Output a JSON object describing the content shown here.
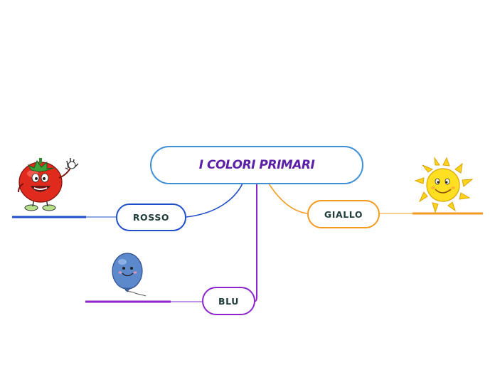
{
  "central": {
    "label": "I COLORI PRIMARI"
  },
  "branches": {
    "rosso": {
      "label": "ROSSO",
      "color": "#1e4fc8",
      "image": "tomato"
    },
    "giallo": {
      "label": "GIALLO",
      "color": "#f39a1f",
      "image": "sun"
    },
    "blu": {
      "label": "BLU",
      "color": "#8e24cc",
      "image": "balloon"
    }
  },
  "colors": {
    "central_border": "#3e8fd6",
    "central_text": "#5b1fa8",
    "node_text": "#1f3d3a"
  }
}
